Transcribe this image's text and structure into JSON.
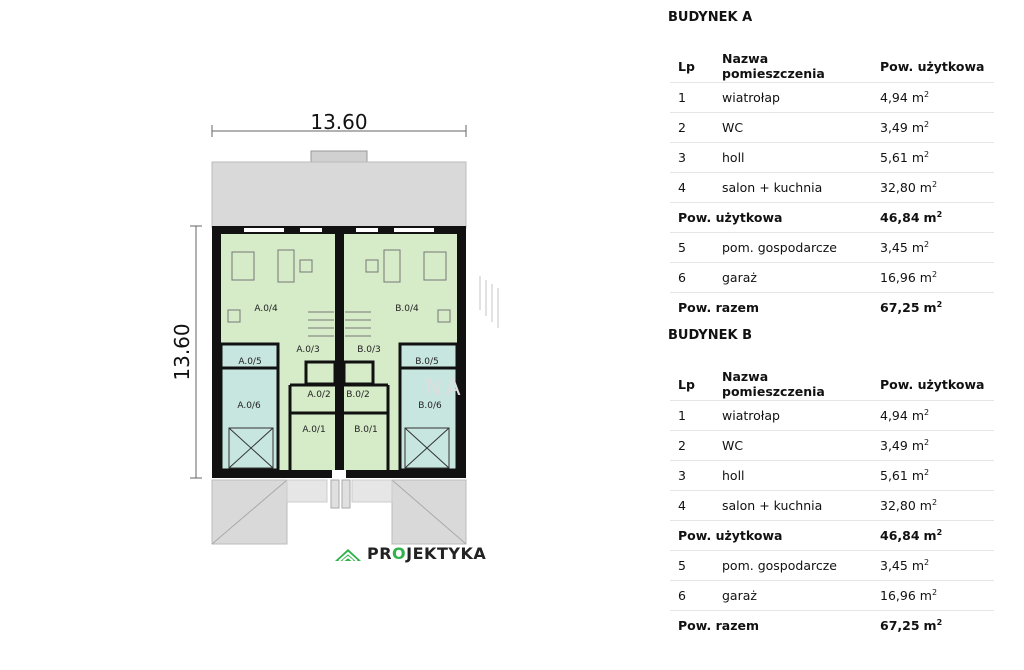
{
  "plan": {
    "dimension_width": "13.60",
    "dimension_height": "13.60",
    "rooms_a": [
      "A.0/1",
      "A.0/2",
      "A.0/3",
      "A.0/4",
      "A.0/5",
      "A.0/6"
    ],
    "rooms_b": [
      "B.0/1",
      "B.0/2",
      "B.0/3",
      "B.0/4",
      "B.0/5",
      "B.0/6"
    ],
    "watermark": "NA",
    "colors": {
      "living": "#d6ebc8",
      "garage": "#c7e6df",
      "wall": "#111111",
      "terrace": "#d9d9d9"
    }
  },
  "brand": {
    "prefix": "PR",
    "highlight": "O",
    "suffix": "JEKTYKA",
    "color": "#2fb24a"
  },
  "unit": "m",
  "unit_exp": "2",
  "headers": {
    "lp": "Lp",
    "name": "Nazwa pomieszczenia",
    "area": "Pow. użytkowa"
  },
  "buildings": [
    {
      "title": "BUDYNEK A",
      "rows": [
        {
          "lp": "1",
          "name": "wiatrołap",
          "area": "4,94",
          "type": "room"
        },
        {
          "lp": "2",
          "name": "WC",
          "area": "3,49",
          "type": "room"
        },
        {
          "lp": "3",
          "name": "holl",
          "area": "5,61",
          "type": "room"
        },
        {
          "lp": "4",
          "name": "salon + kuchnia",
          "area": "32,80",
          "type": "room"
        },
        {
          "lp": "",
          "name": "Pow. użytkowa",
          "area": "46,84",
          "type": "sum"
        },
        {
          "lp": "5",
          "name": "pom. gospodarcze",
          "area": "3,45",
          "type": "room"
        },
        {
          "lp": "6",
          "name": "garaż",
          "area": "16,96",
          "type": "room"
        },
        {
          "lp": "",
          "name": "Pow. razem",
          "area": "67,25",
          "type": "sum"
        }
      ]
    },
    {
      "title": "BUDYNEK B",
      "rows": [
        {
          "lp": "1",
          "name": "wiatrołap",
          "area": "4,94",
          "type": "room"
        },
        {
          "lp": "2",
          "name": "WC",
          "area": "3,49",
          "type": "room"
        },
        {
          "lp": "3",
          "name": "holl",
          "area": "5,61",
          "type": "room"
        },
        {
          "lp": "4",
          "name": "salon + kuchnia",
          "area": "32,80",
          "type": "room"
        },
        {
          "lp": "",
          "name": "Pow. użytkowa",
          "area": "46,84",
          "type": "sum"
        },
        {
          "lp": "5",
          "name": "pom. gospodarcze",
          "area": "3,45",
          "type": "room"
        },
        {
          "lp": "6",
          "name": "garaż",
          "area": "16,96",
          "type": "room"
        },
        {
          "lp": "",
          "name": "Pow. razem",
          "area": "67,25",
          "type": "sum"
        }
      ]
    }
  ]
}
